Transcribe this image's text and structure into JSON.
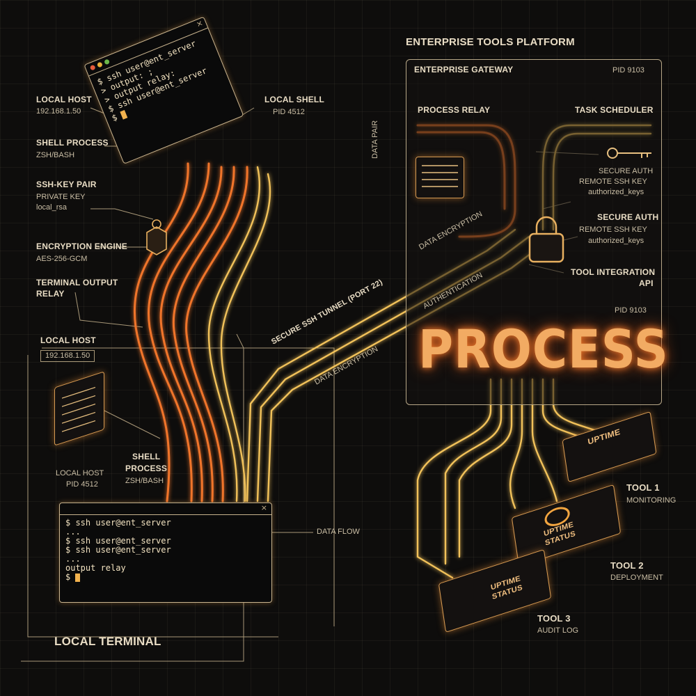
{
  "platform": {
    "title": "ENTERPRISE TOOLS PLATFORM",
    "gateway_label": "ENTERPRISE GATEWAY",
    "gateway_pid": "PID 9103",
    "process_relay": "PROCESS RELAY",
    "task_scheduler": "TASK SCHEDULER",
    "secure_auth_1": "SECURE AUTH",
    "remote_key_1": "REMOTE SSH KEY",
    "authorized_keys_1": "authorized_keys",
    "secure_auth_2": "SECURE AUTH",
    "remote_key_2": "REMOTE SSH KEY",
    "authorized_keys_2": "authorized_keys",
    "tool_api_1": "TOOL INTEGRATION",
    "tool_api_2": "API",
    "inner_pid": "PID 9103",
    "process_big": "PROCESS",
    "data_pair": "DATA PAIR"
  },
  "local_top": {
    "host_label": "LOCAL HOST",
    "host_ip": "192.168.1.50",
    "shell_label": "SHELL PROCESS",
    "shell_value": "ZSH/BASH",
    "key_label": "SSH-KEY PAIR",
    "key_line1": "PRIVATE KEY",
    "key_line2": "local_rsa",
    "enc_label": "ENCRYPTION ENGINE",
    "enc_value": "AES-256-GCM",
    "relay_label1": "TERMINAL OUTPUT",
    "relay_label2": "RELAY",
    "local_shell": "LOCAL SHELL",
    "local_shell_pid": "PID 4512"
  },
  "top_terminal": {
    "lines": [
      "$ ssh user@ent_server",
      "> output: ;",
      "> output relay:",
      "$ ssh user@ent_server",
      "$ "
    ]
  },
  "tunnel": {
    "main": "SECURE SSH TUNNEL (PORT 22)",
    "enc_upper": "DATA ENCRYPTION",
    "auth": "AUTHENTICATION",
    "enc_lower": "DATA ENCRYPTION"
  },
  "local_bottom": {
    "host_label": "LOCAL HOST",
    "host_ip": "192.168.1.50",
    "host_label2": "LOCAL HOST",
    "pid": "PID 4512",
    "shell_label1": "SHELL",
    "shell_label2": "PROCESS",
    "shell_value": "ZSH/BASH",
    "data_flow": "DATA FLOW",
    "terminal_title": "LOCAL TERMINAL"
  },
  "bottom_terminal": {
    "lines": [
      "$ ssh user@ent_server",
      "...",
      "$ ssh user@ent_server",
      "$ ssh user@ent_server",
      "...",
      "output relay",
      "$ "
    ]
  },
  "tools": [
    {
      "title": "TOOL 1",
      "sub": "MONITORING",
      "chip": "UPTIME"
    },
    {
      "title": "TOOL 2",
      "sub": "DEPLOYMENT",
      "chip1": "UPTIME",
      "chip2": "STATUS"
    },
    {
      "title": "TOOL 3",
      "sub": "AUDIT LOG",
      "chip1": "UPTIME",
      "chip2": "STATUS"
    }
  ],
  "colors": {
    "orange": "#f0742c",
    "gold": "#f2c25a",
    "text": "#e8dcc4"
  }
}
